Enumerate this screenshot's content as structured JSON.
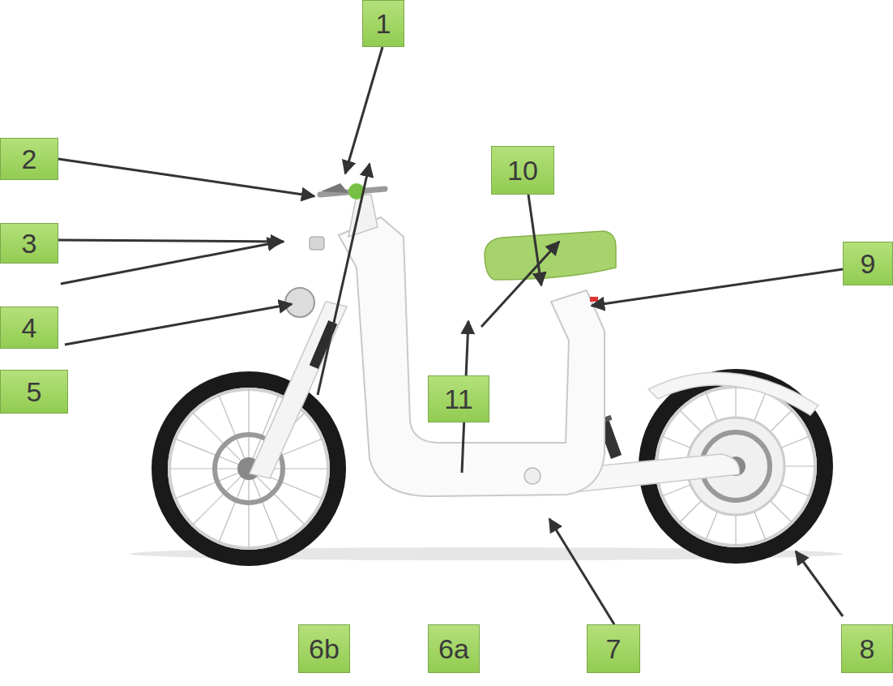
{
  "diagram": {
    "nodes": [
      {
        "text": [
          "1"
        ]
      },
      {
        "text": [
          "2"
        ]
      },
      {
        "text": [
          "10"
        ]
      },
      {
        "text": [
          "3"
        ]
      },
      {
        "text": [
          "9"
        ]
      },
      {
        "text": [
          "4"
        ]
      },
      {
        "text": [
          "5"
        ]
      },
      {
        "text": [
          "11"
        ]
      },
      {
        "text": [
          "6b"
        ]
      },
      {
        "text": [
          "6a"
        ]
      },
      {
        "text": [
          "7"
        ]
      },
      {
        "text": [
          "8"
        ]
      }
    ]
  }
}
